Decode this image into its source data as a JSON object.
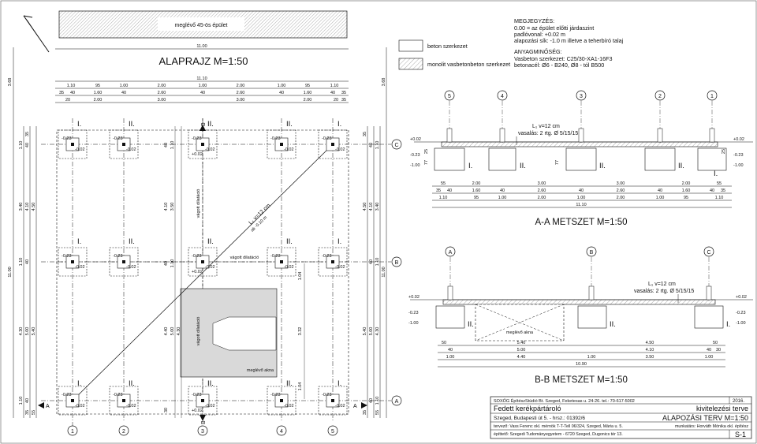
{
  "plan": {
    "top_building_label": "meglévő 45-ös épület",
    "title": "ALAPRAJZ M=1:50",
    "top_dims_row1": [
      "11.00"
    ],
    "top_dims_row2": [
      "11.10"
    ],
    "top_dims_row3": [
      "1.10",
      "95",
      "1.00",
      "2.00",
      "1.00",
      "2.00",
      "1.00",
      "95",
      "1.10"
    ],
    "top_dims_row4": [
      "35",
      "40",
      "1.60",
      "40",
      "2.60",
      "40",
      "2.60",
      "40",
      "1.60",
      "40",
      "35"
    ],
    "top_dims_row5": [
      "20",
      "2.00",
      "3.00",
      "3.00",
      "2.00",
      "20",
      "35"
    ],
    "left_dims": [
      "3.68",
      "1.10",
      "40",
      "35",
      "4.50",
      "4.10",
      "3.40",
      "1.10",
      "40",
      "11.00",
      "4.30",
      "5.00",
      "5.40",
      "1.10",
      "40",
      "35",
      "55"
    ],
    "inner_dims": [
      "4.10",
      "3.50",
      "1.10",
      "40",
      "4.40",
      "5.00",
      "4.30",
      "40",
      "1.10",
      "30"
    ],
    "column_labels": [
      "I.",
      "II.",
      "II.",
      "II.",
      "I."
    ],
    "axis_numbers": [
      "1",
      "2",
      "3",
      "4",
      "5"
    ],
    "axis_letters": [
      "C",
      "B",
      "A"
    ],
    "section_marker": "B",
    "section_marker_a": "A",
    "dilatation_label": "vágott dilatáció",
    "slope_label_1": "L₁ v=12 cm",
    "slope_label_2": "ak -0.10 m",
    "meglevo_akna": "meglévő akna",
    "right_dims": [
      "1.10",
      "35",
      "40",
      "3.40",
      "4.10",
      "4.50",
      "40",
      "1.10",
      "11.00",
      "4.30",
      "5.00",
      "5.40",
      "40",
      "1.10",
      "35",
      "55"
    ],
    "pier_levels": [
      "+0.02",
      "-0.23",
      "-0.02"
    ],
    "dim_104": "1.04",
    "dim_332": "3.32"
  },
  "legend": {
    "items": [
      {
        "label": "beton szerkezet"
      },
      {
        "label": "monolit vasbetonbeton szerkezet"
      }
    ]
  },
  "notes": {
    "heading1": "MEGJEGYZÉS:",
    "lines1": [
      "0.00 = az épület előtti járdaszint",
      "padlóvonal: +0.02 m",
      "alapozási sík: -1.0 m illetve a teherbíró talaj"
    ],
    "heading2": "ANYAGMINŐSÉG:",
    "lines2": [
      "Vasbeton szerkezet: C25/30-XA1-16F3",
      "betonacél: Ø6 - B240,   Ø8 - tól B500"
    ]
  },
  "section_aa": {
    "title": "A-A METSZET M=1:50",
    "axis_numbers": [
      "5",
      "4",
      "3",
      "2",
      "1"
    ],
    "slab_label": "L₁ v=12 cm",
    "rebar_label": "vasalás: 2 rtg. Ø 5/15/15",
    "levels_left": [
      "+0.02",
      "-0.23",
      "-1.00"
    ],
    "levels_right": [
      "+0.02",
      "-0.23",
      "-1.00"
    ],
    "dims_row1": [
      "55",
      "2.00",
      "3.00",
      "3.00",
      "2.00",
      "55"
    ],
    "dims_row2": [
      "35",
      "40",
      "1.60",
      "40",
      "2.60",
      "40",
      "2.60",
      "40",
      "1.60",
      "40",
      "35"
    ],
    "dims_row3": [
      "1.10",
      "95",
      "1.00",
      "2.00",
      "1.00",
      "2.00",
      "1.00",
      "95",
      "1.10"
    ],
    "dims_total": "11.10",
    "foundation_labels": [
      "I.",
      "II.",
      "II.",
      "II.",
      "I."
    ],
    "small_dims": [
      "25",
      "77"
    ]
  },
  "section_bb": {
    "title": "B-B METSZET M=1:50",
    "axis_letters": [
      "A",
      "B",
      "C"
    ],
    "slab_label": "L₁ v=12 cm",
    "rebar_label": "vasalás: 2 rtg. Ø 5/15/15",
    "levels_left": [
      "+0.02",
      "-0.23",
      "-1.00"
    ],
    "levels_right": [
      "+0.02",
      "-0.23",
      "-1.00"
    ],
    "dims_row1": [
      "50",
      "5.40",
      "4.50",
      "50"
    ],
    "dims_row2": [
      "40",
      "5.00",
      "4.10",
      "40",
      "30"
    ],
    "dims_row3": [
      "1.00",
      "4.40",
      "1.00",
      "3.50",
      "1.00"
    ],
    "dims_total": "10.90",
    "foundation_labels": [
      "II.",
      "II.",
      "I."
    ],
    "akna_label": "meglévő akna"
  },
  "titleblock": {
    "company": "SOXÖG ÉpítészStúdió Bt.  Szeged, Feketesas u. 24-26.  tel.: 70-617-5002",
    "year": "2016.",
    "project": "Fedett kerékpártároló",
    "phase": "kivitelezési  terve",
    "location": "Szeged, Budapesti út 5.  - hrsz.: 01392/6",
    "drawing": "ALAPOZÁSI TERV  M=1:50",
    "designer": "tervező: Vass Ferenc okl. mérnök T-T-Tell 06/324, Szeged, Mária u. 5.",
    "coworker": "munkatárs: Horváth Mónika okl. építész",
    "client": "építtető: Szegedi Tudományegyetem - 6720 Szeged, Dugonics tér 13.",
    "sheet": "S-1"
  },
  "colors": {
    "hatch": "#888888",
    "akna_fill": "#d9d9d9",
    "line": "#111111"
  }
}
